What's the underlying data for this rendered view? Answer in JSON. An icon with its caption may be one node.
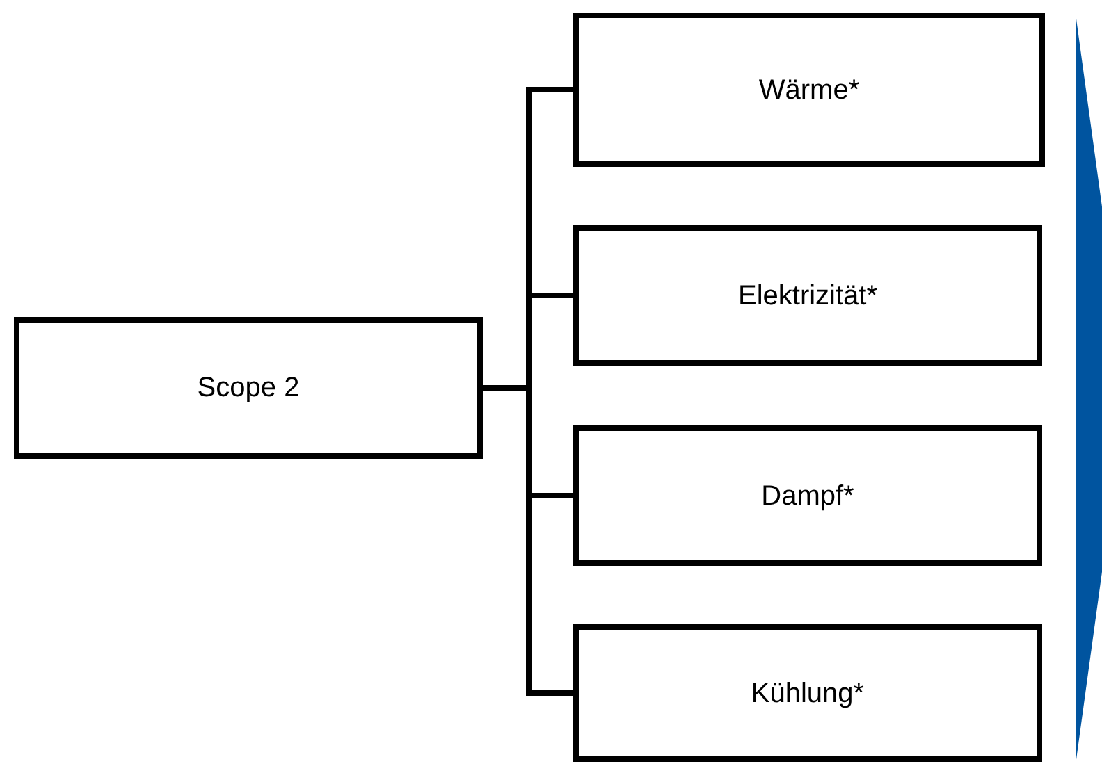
{
  "diagram": {
    "nodes": [
      {
        "text": [
          "Scope 2"
        ]
      },
      {
        "text": [
          "Wärme*"
        ]
      },
      {
        "text": [
          "Elektrizität*"
        ]
      },
      {
        "text": [
          "Dampf*"
        ]
      },
      {
        "text": [
          "Kühlung*"
        ]
      }
    ],
    "edges": [
      {
        "from": 0,
        "to": 1,
        "arrow": "none"
      },
      {
        "from": 0,
        "to": 2,
        "arrow": "none"
      },
      {
        "from": 0,
        "to": 3,
        "arrow": "none"
      },
      {
        "from": 0,
        "to": 4,
        "arrow": "none"
      }
    ]
  }
}
